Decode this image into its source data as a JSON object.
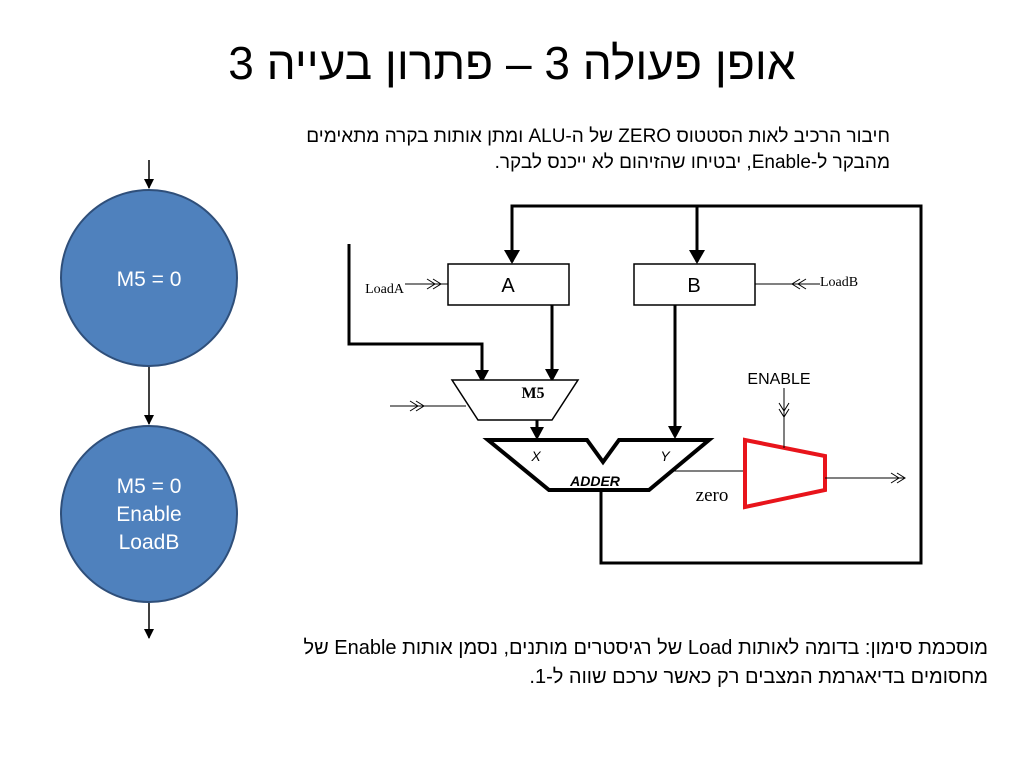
{
  "slide": {
    "title": "אופן פעולה 3 – פתרון בעייה 3",
    "note_top": {
      "line1": "חיבור הרכיב לאות הסטטוס ZERO של ה-ALU ומתן אותות בקרה מתאימים",
      "line2": "מהבקר ל-Enable, יבטיחו שהזיהום לא ייכנס לבקר."
    },
    "note_bottom": {
      "line1": "מוסכמת סימון: בדומה לאותות Load של רגיסטרים מותנים, נסמן אותות Enable של",
      "line2": "מחסומים בדיאגרמת המצבים רק כאשר ערכם שווה ל-1."
    }
  },
  "states": [
    {
      "lines": [
        "M5 = 0"
      ]
    },
    {
      "lines": [
        "M5 = 0",
        "Enable",
        "LoadB"
      ]
    }
  ],
  "circuit": {
    "reg_a": "A",
    "reg_b": "B",
    "load_a": "LoadA",
    "load_b": "LoadB",
    "mux": "M5",
    "adder": "ADDER",
    "adder_x": "X",
    "adder_y": "Y",
    "enable": "ENABLE",
    "zero": "zero"
  },
  "colors": {
    "state_fill": "#4f81bd",
    "state_stroke": "#2f4f7a",
    "barrier": "#e8141b"
  }
}
